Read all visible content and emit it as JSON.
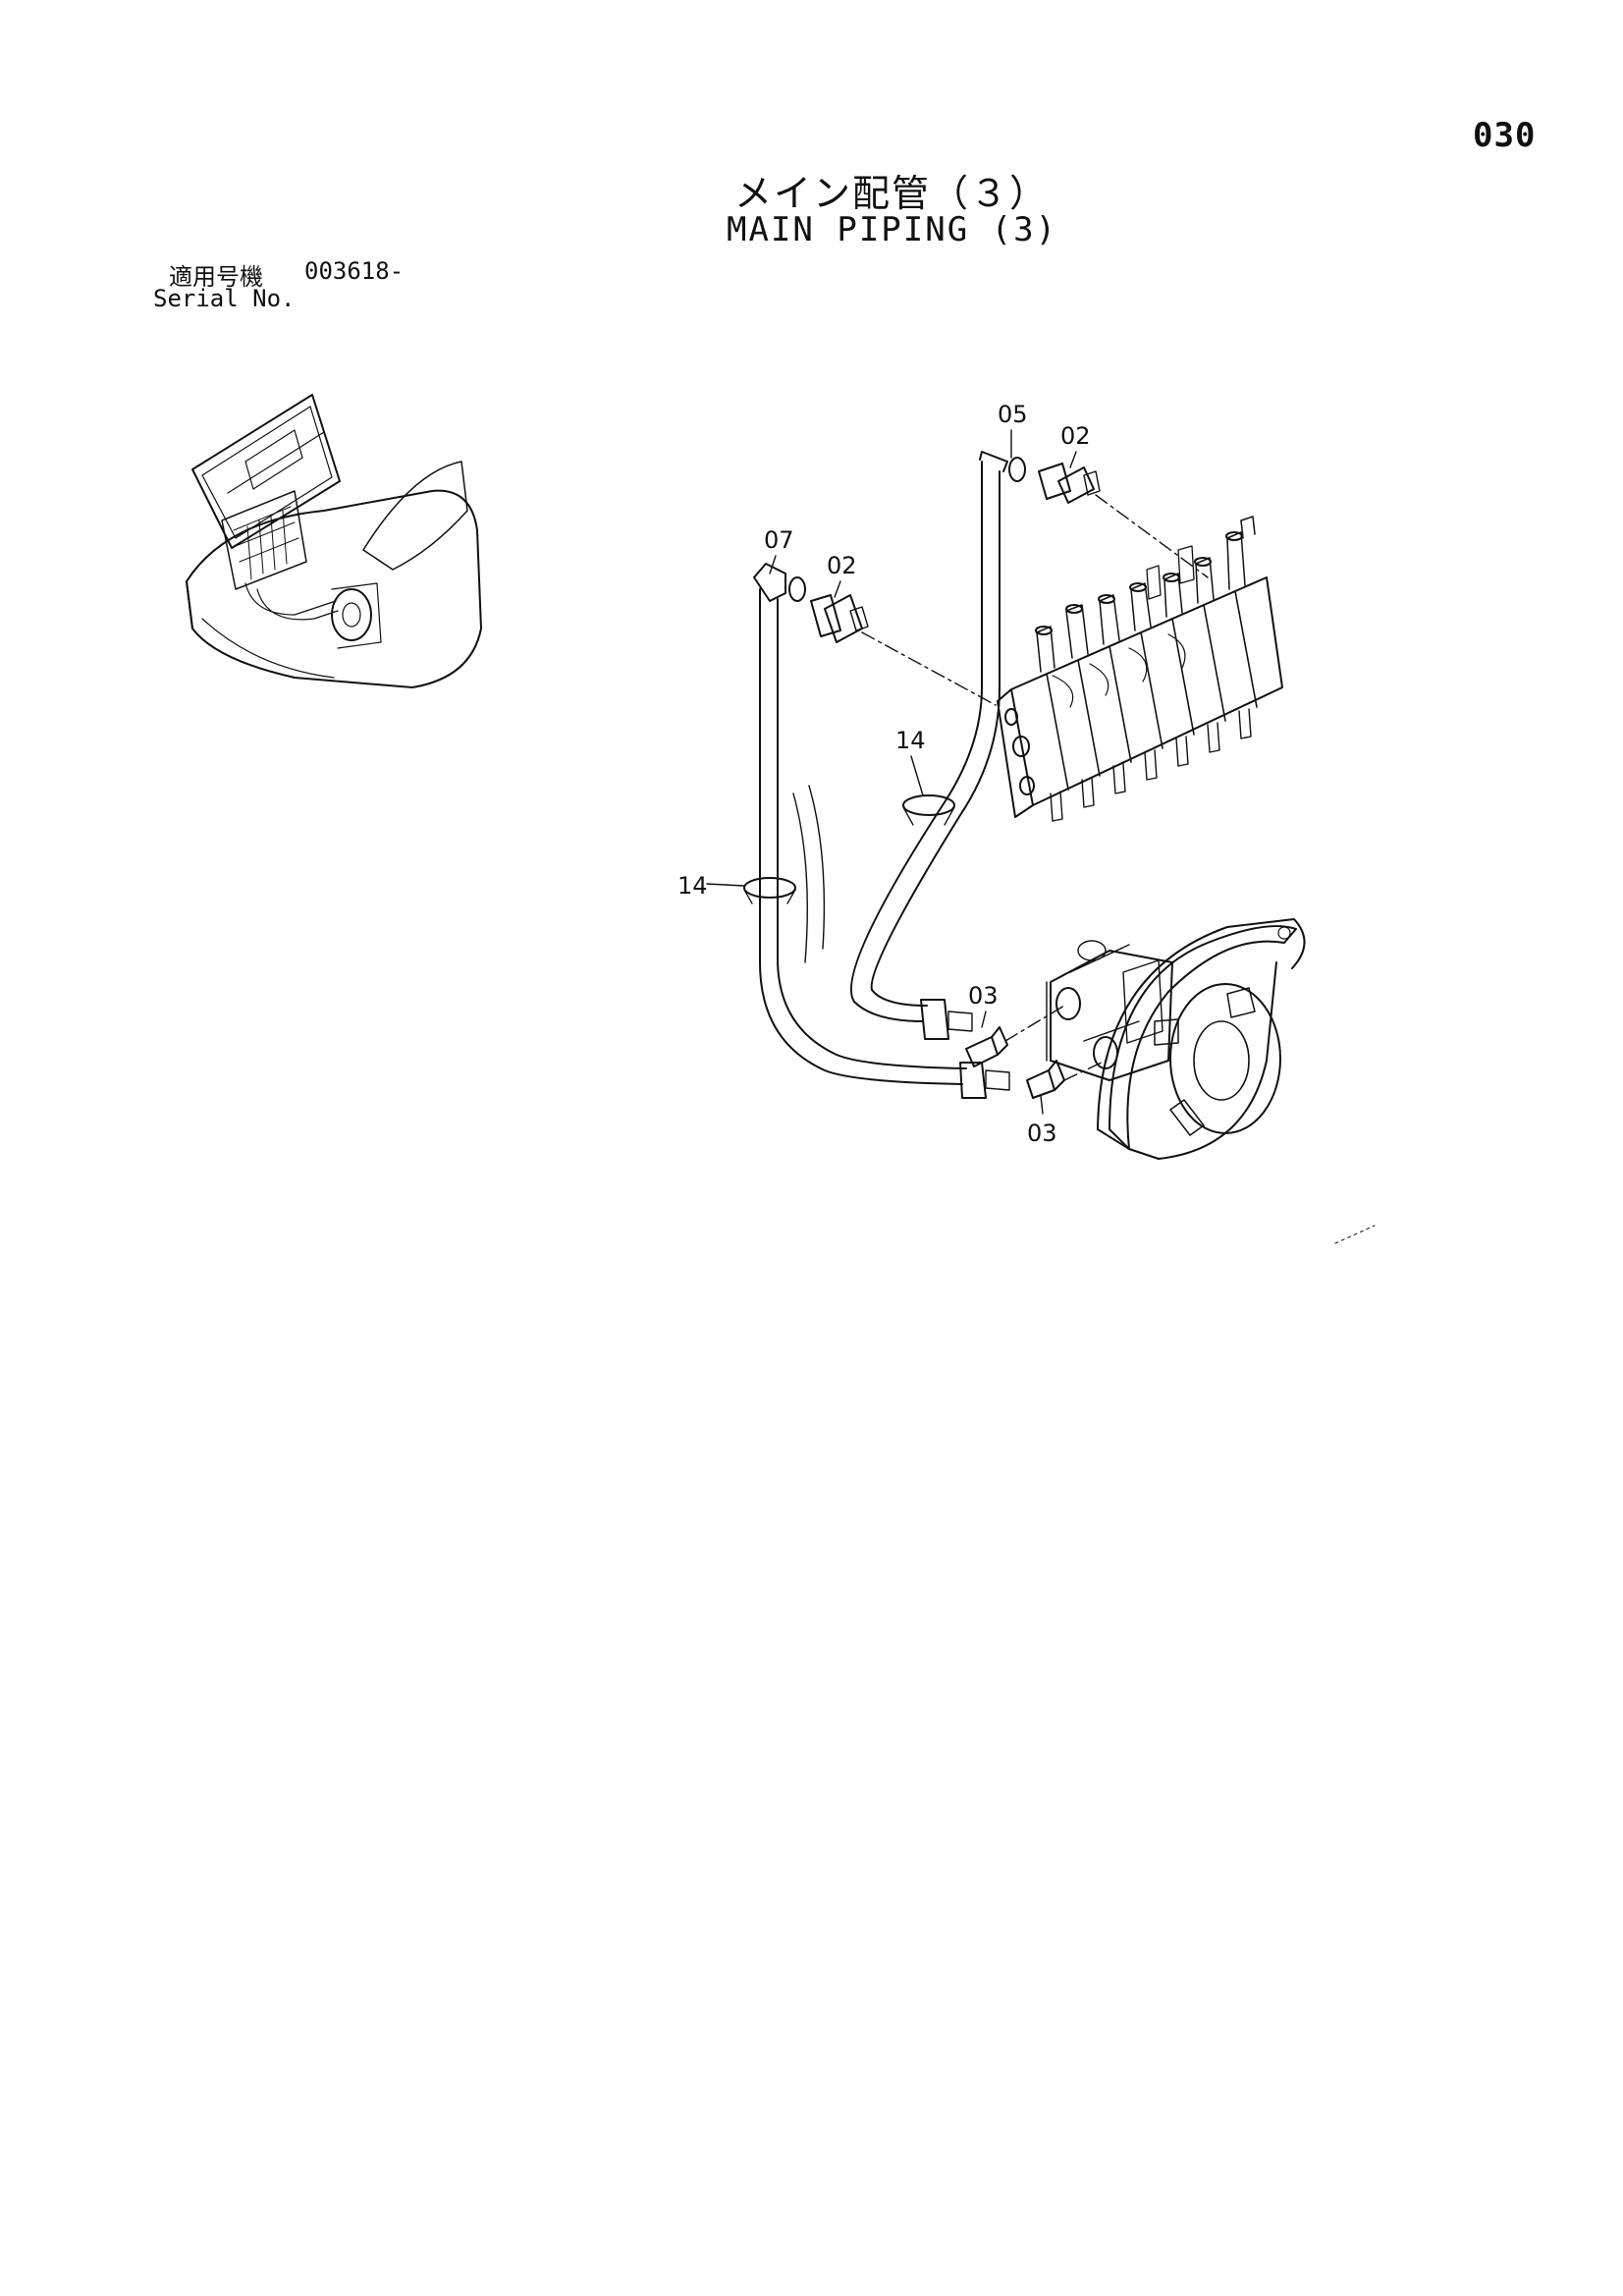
{
  "header": {
    "page_number": "030",
    "title_jp": "メイン配管（３）",
    "title_en": "MAIN PIPING (3)",
    "serial_label_jp": "適用号機",
    "serial_value": "003618-",
    "serial_label_en": "Serial No."
  },
  "callouts": {
    "c05": "05",
    "c02_top": "02",
    "c07": "07",
    "c02_mid": "02",
    "c14_right": "14",
    "c14_left": "14",
    "c03_upper": "03",
    "c03_lower": "03"
  }
}
